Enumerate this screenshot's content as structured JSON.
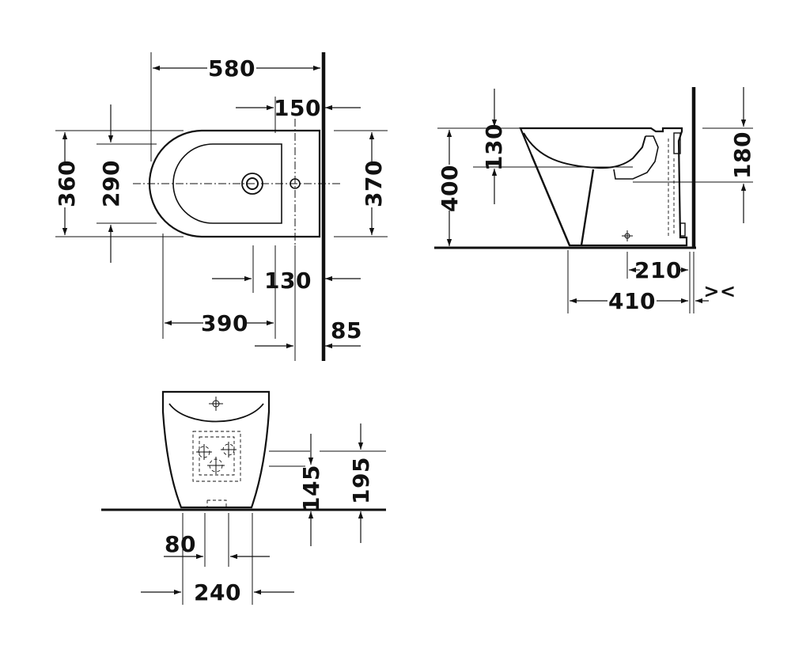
{
  "drawing": {
    "top_view": {
      "dims": {
        "overall_depth": "580",
        "tap_hole_offset": "150",
        "overall_width": "360",
        "inner_width": "290",
        "fixing_spacing": "370",
        "fixing_offset": "130",
        "outlet_distance": "390",
        "wall_gap": "85"
      }
    },
    "side_view": {
      "dims": {
        "seat_drop": "130",
        "overall_height": "400",
        "connection_height": "180",
        "outlet_from_wall": "210",
        "foot_from_wall": "410",
        "variable_symbol": "><"
      }
    },
    "front_view": {
      "dims": {
        "inlet_height": "145",
        "outlet_height": "195",
        "outlet_offset": "80",
        "foot_width": "240"
      }
    }
  }
}
